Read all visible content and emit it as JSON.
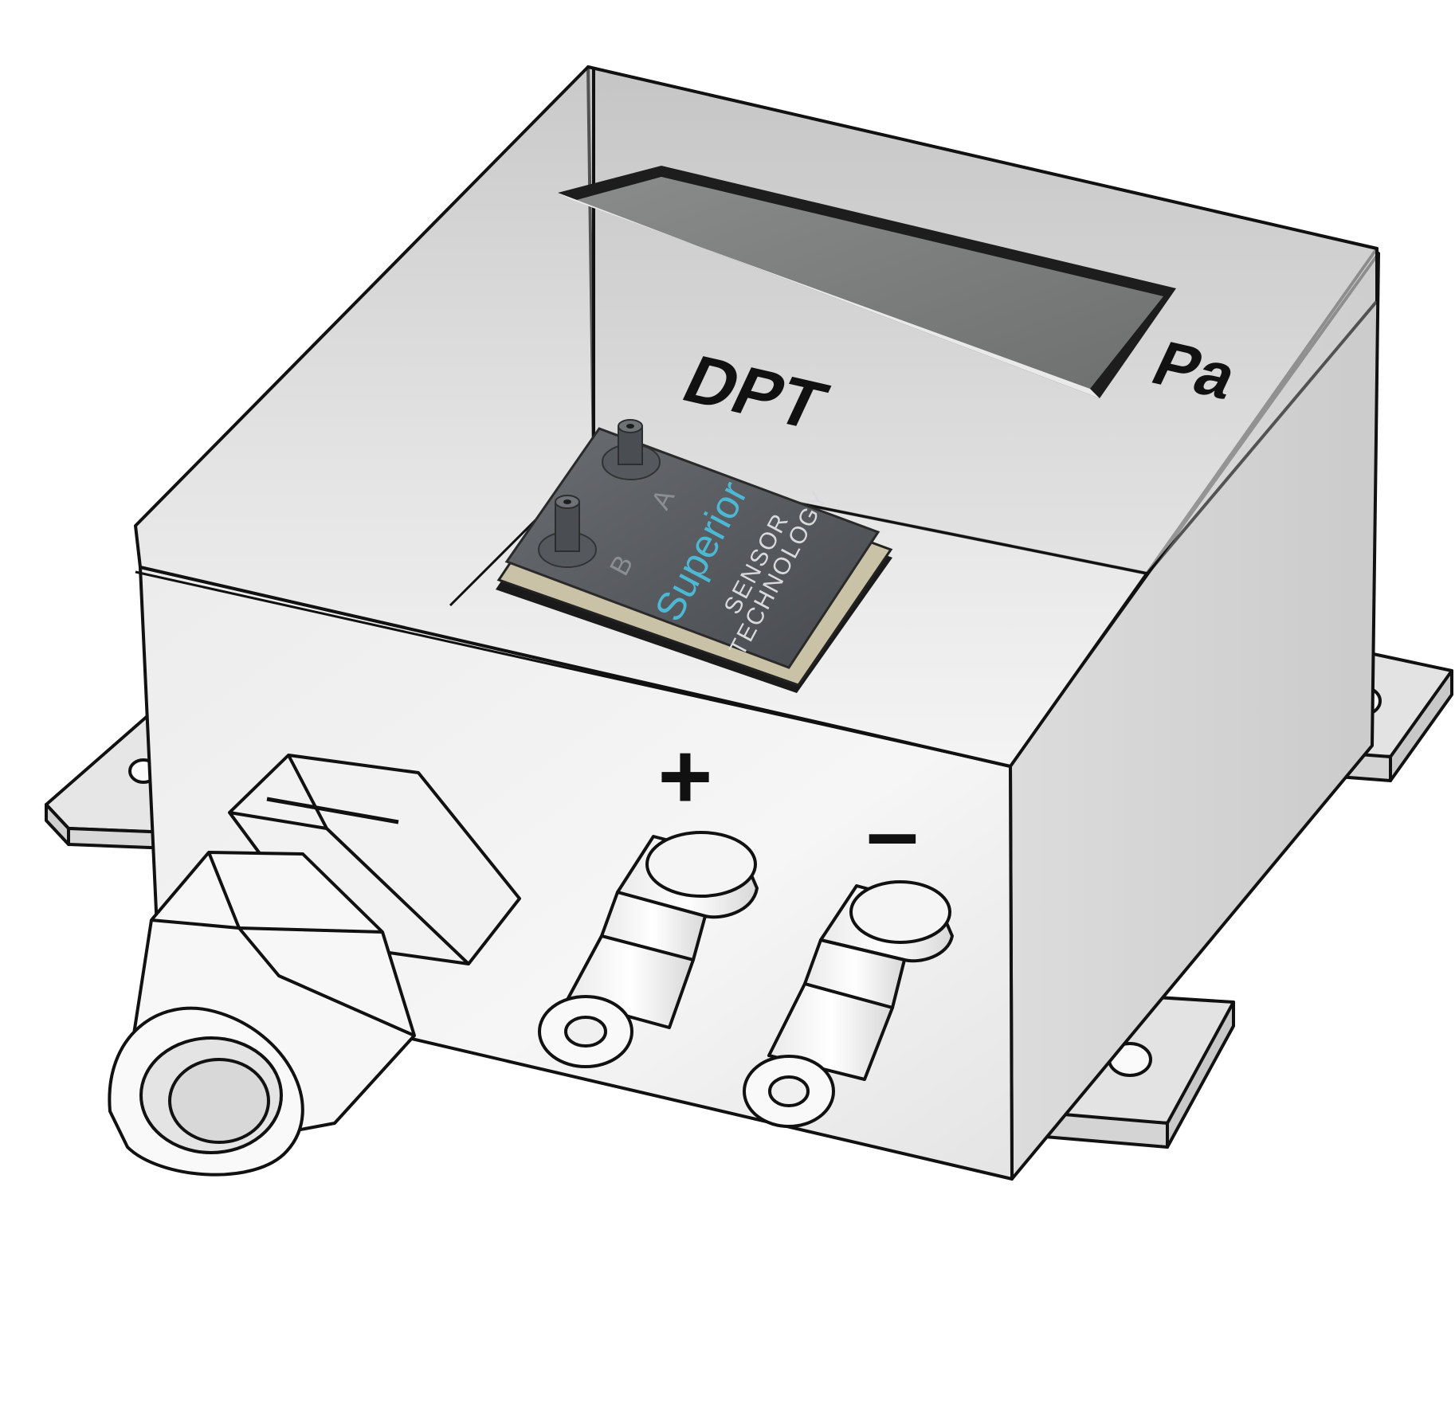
{
  "device": {
    "panel_label": "DPT",
    "unit_label": "Pa",
    "port_plus_label": "+",
    "port_minus_label": "–",
    "display_reading": ""
  },
  "sensor": {
    "brand_word": "Superior",
    "brand_line2": "SENSOR",
    "brand_line3": "TECHNOLOGY",
    "port_a_label": "A",
    "port_b_label": "B"
  },
  "colors": {
    "outline": "#111111",
    "housing_light": "#f1f1f1",
    "housing_mid": "#d2d2d2",
    "housing_dark": "#b8b8b8",
    "display_glass": "#7d7f7f",
    "sensor_body": "#5a5d61",
    "brand_accent": "#4db8d3",
    "brand_text": "#d9dadc"
  }
}
